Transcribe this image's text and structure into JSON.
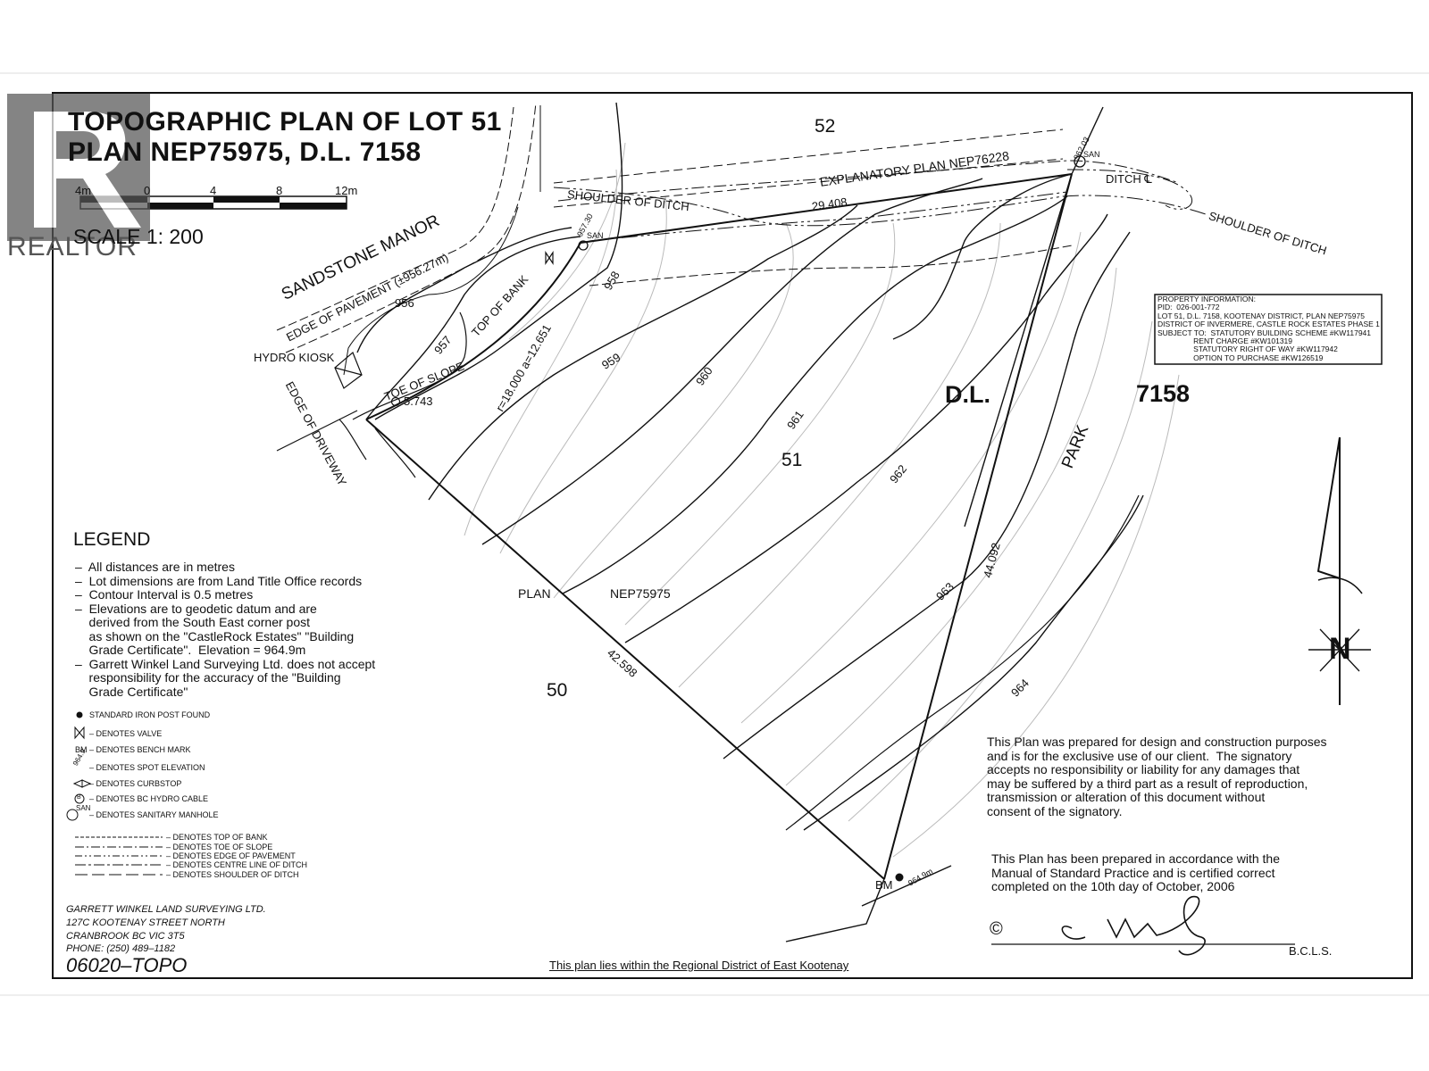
{
  "watermark": {
    "text": "REALTOR"
  },
  "title": {
    "line1": "TOPOGRAPHIC PLAN OF LOT 51",
    "line2": "PLAN NEP75975, D.L. 7158"
  },
  "scalebar": {
    "ticks": [
      "4m",
      "0",
      "4",
      "8",
      "12m"
    ],
    "scale_text": "SCALE 1: 200"
  },
  "map_labels": {
    "lot52": "52",
    "lot51": "51",
    "lot50": "50",
    "dl": "D.L.",
    "dl_num": "7158",
    "park": "PARK",
    "plan": "PLAN",
    "plan_num": "NEP75975",
    "sandstone": "SANDSTONE MANOR",
    "edge_pavement": "EDGE OF PAVEMENT (±956.27m)",
    "edge_driveway": "EDGE OF DRIVEWAY",
    "hydro_kiosk": "HYDRO KIOSK",
    "toe_slope": "TOE OF SLOPE",
    "top_bank": "TOP OF BANK",
    "shoulder_ditch_1": "SHOULDER OF DITCH",
    "shoulder_ditch_2": "SHOULDER OF DITCH",
    "explanatory": "EXPLANATORY PLAN NEP76228",
    "ditch_cl": "DITCH ℄",
    "curve": "r=18.000 a=12.651",
    "dim_top": "29.408",
    "dim_right": "44.092",
    "dim_left": "42.598",
    "spot_san_top": "957.30",
    "spot_san_right": "962.03",
    "san1": "SAN",
    "san2": "SAN",
    "spot_5743": "5.743",
    "bm": "BM",
    "bm_elev": "964.9m"
  },
  "contours": [
    "956",
    "957",
    "958",
    "959",
    "960",
    "961",
    "962",
    "963",
    "964"
  ],
  "property_info": {
    "lines": [
      "PROPERTY INFORMATION:",
      "PID:  026-001-772",
      "LOT 51, D.L. 7158, KOOTENAY DISTRICT, PLAN NEP75975",
      "DISTRICT OF INVERMERE, CASTLE ROCK ESTATES PHASE 1",
      "SUBJECT TO:  STATUTORY BUILDING SCHEME #KW117941",
      "                 RENT CHARGE #KW101319",
      "                 STATUTORY RIGHT OF WAY #KW117942",
      "                 OPTION TO PURCHASE #KW126519"
    ]
  },
  "north": {
    "letter": "N"
  },
  "legend": {
    "heading": "LEGEND",
    "items": [
      "–  All distances are in metres",
      "–  Lot dimensions are from Land Title Office records",
      "–  Contour Interval is 0.5 metres",
      "–  Elevations are to geodetic datum and are",
      "    derived from the South East corner post",
      "    as shown on the \"CastleRock Estates\" \"Building",
      "    Grade Certificate\".  Elevation = 964.9m",
      "–  Garrett Winkel Land Surveying Ltd. does not accept",
      "    responsibility for the accuracy of the \"Building",
      "    Grade Certificate\""
    ],
    "symbols": [
      "STANDARD IRON POST FOUND",
      "– DENOTES VALVE",
      "BM – DENOTES BENCH MARK",
      "– DENOTES SPOT ELEVATION",
      "– DENOTES CURBSTOP",
      "– DENOTES BC HYDRO CABLE",
      "– DENOTES SANITARY MANHOLE"
    ],
    "spot_example": "964.9",
    "bm_code": "BM",
    "san_code": "SAN",
    "hydro_code": "B",
    "linetypes": [
      "– DENOTES TOP OF BANK",
      "– DENOTES TOE OF SLOPE",
      "– DENOTES EDGE OF PAVEMENT",
      "– DENOTES CENTRE LINE OF DITCH",
      "– DENOTES SHOULDER OF DITCH"
    ]
  },
  "surveyor": {
    "lines": [
      "GARRETT WINKEL LAND SURVEYING LTD.",
      "127C KOOTENAY STREET NORTH",
      "CRANBROOK BC VIC 3T5",
      "PHONE: (250) 489–1182"
    ],
    "job": "06020–TOPO"
  },
  "regional_note": "This plan lies within the Regional District of East Kootenay",
  "disclaimer": "This Plan was prepared for design and construction purposes\nand is for the exclusive use of our client.  The signatory\naccepts no responsibility or liability for any damages that\nmay be suffered by a third part as a result of reproduction,\ntransmission or alteration of this document without\nconsent of the signatory.",
  "certification": "This Plan has been prepared in accordance with the\nManual of Standard Practice and is certified correct\ncompleted on the 10th day of October, 2006",
  "copyright": "©",
  "bcls": "B.C.L.S."
}
